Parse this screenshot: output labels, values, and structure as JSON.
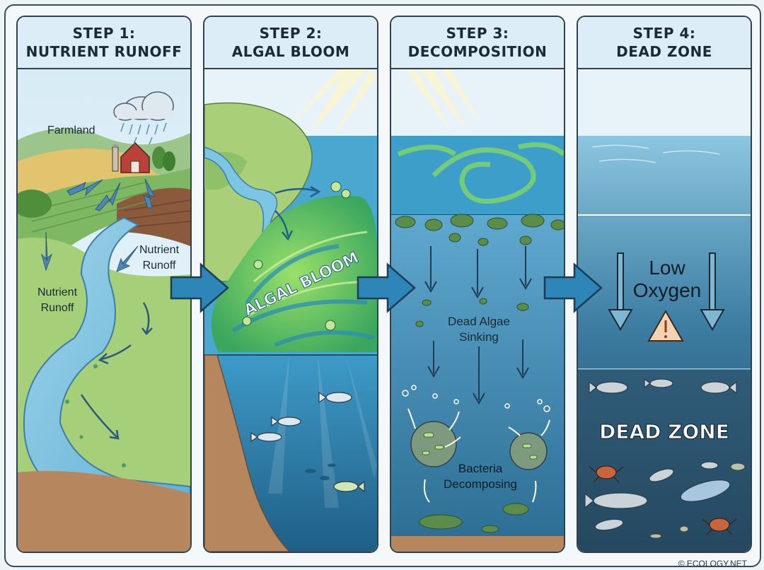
{
  "panels": [
    {
      "step": "STEP 1:",
      "title": "NUTRIENT RUNOFF",
      "labels": {
        "farmland": "Farmland",
        "runoff_right_1": "Nutrient",
        "runoff_right_2": "Runoff",
        "runoff_left_1": "Nutrient",
        "runoff_left_2": "Runoff"
      }
    },
    {
      "step": "STEP 2:",
      "title": "ALGAL BLOOM",
      "labels": {
        "bloom": "ALGAL BLOOM"
      }
    },
    {
      "step": "STEP 3:",
      "title": "DECOMPOSITION",
      "labels": {
        "sinking_1": "Dead Algae",
        "sinking_2": "Sinking",
        "bacteria_1": "Bacteria",
        "bacteria_2": "Decomposing"
      }
    },
    {
      "step": "STEP 4:",
      "title": "DEAD ZONE",
      "labels": {
        "oxygen_1": "Low",
        "oxygen_2": "Oxygen",
        "dead_zone": "DEAD ZONE"
      }
    }
  ],
  "copyright": "© ECOLOGY.NET",
  "colors": {
    "outline": "#2f4250",
    "header_bg": "#dcedf7",
    "arrow": "#2e86b8",
    "water": "#2a7aa6",
    "bloom": "#5fc24a",
    "text": "#1d2a33"
  },
  "icons": [
    "cloud-icon",
    "barn-icon",
    "fish-icon",
    "crab-icon",
    "warning-icon",
    "bacteria-icon",
    "sun-icon"
  ]
}
